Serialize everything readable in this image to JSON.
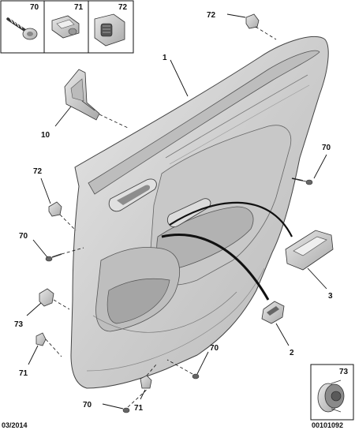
{
  "inset_top": {
    "labels": [
      "70",
      "71",
      "72"
    ]
  },
  "inset_bottom": {
    "label": "73"
  },
  "callouts": {
    "c1": "1",
    "c2": "2",
    "c3": "3",
    "c10": "10",
    "c72_top": "72",
    "c72_left": "72",
    "c70_right": "70",
    "c70_left": "70",
    "c73_left": "73",
    "c71_left": "71",
    "c70_bottom_right": "70",
    "c70_bottom": "70",
    "c71_bottom": "71"
  },
  "footer": {
    "date": "03/2014",
    "reference": "00101092"
  },
  "colors": {
    "panel_fill": "#d4d4d4",
    "panel_dark": "#a8a8a8",
    "part_fill": "#cfcfcf",
    "cable": "#111111"
  }
}
